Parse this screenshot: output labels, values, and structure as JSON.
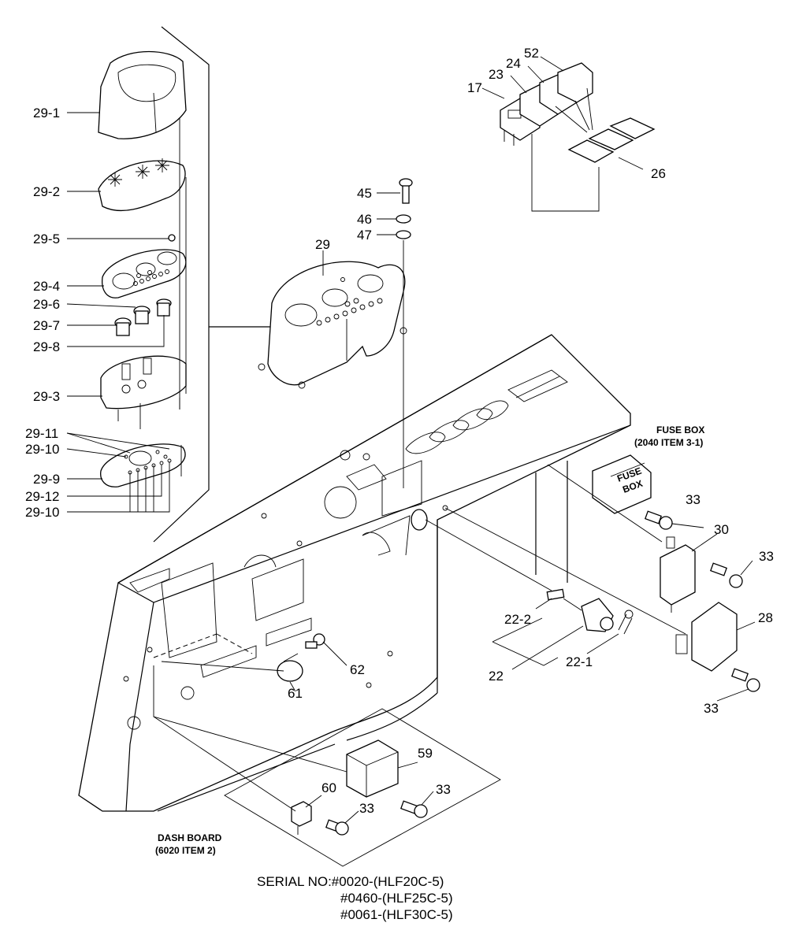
{
  "labels": {
    "p29_1": "29-1",
    "p29_2": "29-2",
    "p29_5": "29-5",
    "p29_4": "29-4",
    "p29_6": "29-6",
    "p29_7": "29-7",
    "p29_8": "29-8",
    "p29_3": "29-3",
    "p29_11": "29-11",
    "p29_10a": "29-10",
    "p29_9": "29-9",
    "p29_12": "29-12",
    "p29_10b": "29-10",
    "p29": "29",
    "p45": "45",
    "p46": "46",
    "p47": "47",
    "p52": "52",
    "p24": "24",
    "p23": "23",
    "p17": "17",
    "p26": "26",
    "p33a": "33",
    "p30": "30",
    "p33b": "33",
    "p28": "28",
    "p33c": "33",
    "p22_2": "22-2",
    "p22": "22",
    "p22_1": "22-1",
    "p62": "62",
    "p61": "61",
    "p59": "59",
    "p60": "60",
    "p33d": "33",
    "p33e": "33"
  },
  "notes": {
    "fuse_box": "FUSE BOX",
    "fuse_box_ref": "(2040 ITEM 3-1)",
    "fuse_box_body": "FUSE",
    "fuse_box_body2": "BOX",
    "dash_board": "DASH BOARD",
    "dash_board_ref": "(6020 ITEM 2)"
  },
  "serial": {
    "line1": "SERIAL NO:#0020-(HLF20C-5)",
    "line2": "#0460-(HLF25C-5)",
    "line3": "#0061-(HLF30C-5)"
  }
}
